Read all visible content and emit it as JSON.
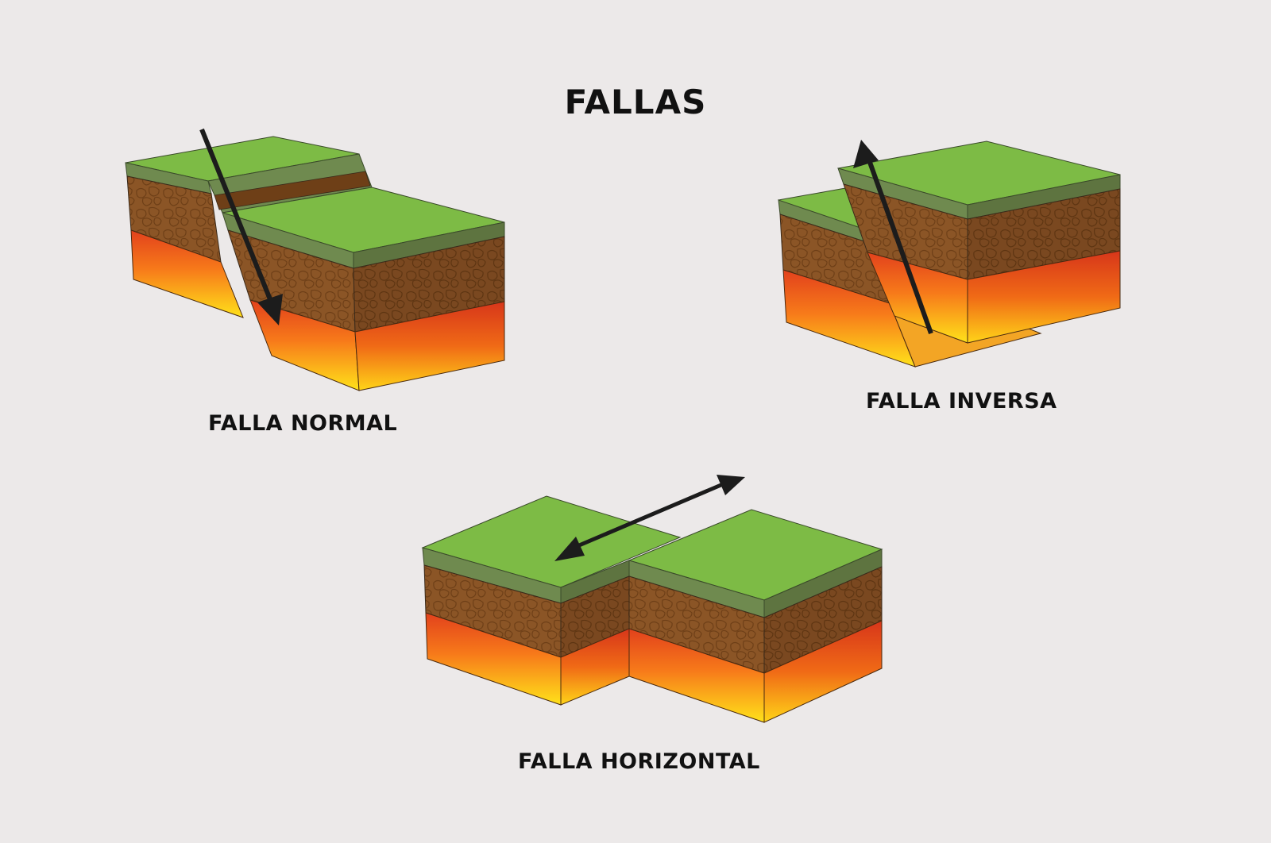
{
  "title": "FALLAS",
  "faults": [
    {
      "id": "normal",
      "label": "FALLA NORMAL",
      "arrow": "down"
    },
    {
      "id": "inversa",
      "label": "FALLA INVERSA",
      "arrow": "up"
    },
    {
      "id": "horizontal",
      "label": "FALLA HORIZONTAL",
      "arrow": "double"
    }
  ],
  "colors": {
    "background": "#ece9e9",
    "grass_top": "#7dbb45",
    "grass_band": "#6f8a4f",
    "soil": "#8b5526",
    "soil_dark": "#6e3f17",
    "magma_top": "#e2411c",
    "magma_bottom": "#ffe21a",
    "arrow": "#1c1c1c"
  }
}
